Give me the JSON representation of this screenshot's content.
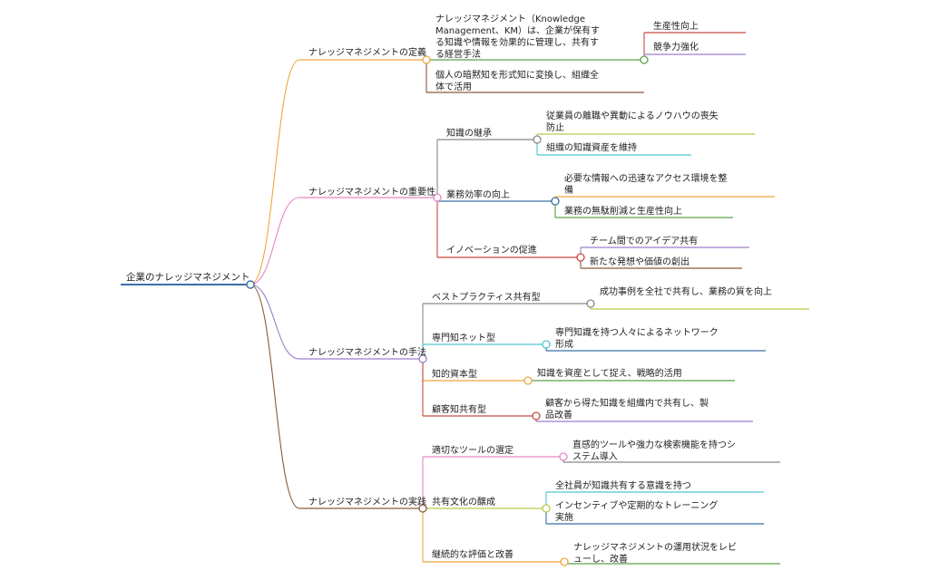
{
  "root": {
    "label": "企業のナレッジマネジメント",
    "color": "#3b6fa6"
  },
  "branches": [
    {
      "label": "ナレッジマネジメントの定義",
      "color": "#f0a53d",
      "children": [
        {
          "label": "ナレッジマネジメント（Knowledge Management、KM）は、企業が保有する知識や情報を効果的に管理し、共有する経営手法",
          "color": "#5aa14a",
          "children": [
            {
              "label": "生産性向上",
              "color": "#c74a3d"
            },
            {
              "label": "競争力強化",
              "color": "#9b7fc9"
            }
          ]
        },
        {
          "label": "個人の暗黙知を形式知に変換し、組織全体で活用",
          "color": "#8b5a3c",
          "children": []
        }
      ]
    },
    {
      "label": "ナレッジマネジメントの重要性",
      "color": "#e685c3",
      "children": [
        {
          "label": "知識の継承",
          "color": "#888888",
          "children": [
            {
              "label": "従業員の離職や異動によるノウハウの喪失防止",
              "color": "#b7c94a"
            },
            {
              "label": "組織の知識資産を維持",
              "color": "#4fc3d1"
            }
          ]
        },
        {
          "label": "業務効率の向上",
          "color": "#3b6fa6",
          "children": [
            {
              "label": "必要な情報への迅速なアクセス環境を整備",
              "color": "#f0a53d"
            },
            {
              "label": "業務の無駄削減と生産性向上",
              "color": "#5aa14a"
            }
          ]
        },
        {
          "label": "イノベーションの促進",
          "color": "#c74a3d",
          "children": [
            {
              "label": "チーム間でのアイデア共有",
              "color": "#9b7fc9"
            },
            {
              "label": "新たな発想や価値の創出",
              "color": "#8b5a3c"
            }
          ]
        }
      ]
    },
    {
      "label": "ナレッジマネジメントの手法",
      "color": "#9b7fc9",
      "children": [
        {
          "label": "ベストプラクティス共有型",
          "color": "#888888",
          "children": [
            {
              "label": "成功事例を全社で共有し、業務の質を向上",
              "color": "#b7c94a"
            }
          ]
        },
        {
          "label": "専門知ネット型",
          "color": "#4fc3d1",
          "children": [
            {
              "label": "専門知識を持つ人々によるネットワーク形成",
              "color": "#3b6fa6"
            }
          ]
        },
        {
          "label": "知的資本型",
          "color": "#f0a53d",
          "children": [
            {
              "label": "知識を資産として捉え、戦略的活用",
              "color": "#5aa14a"
            }
          ]
        },
        {
          "label": "顧客知共有型",
          "color": "#c74a3d",
          "children": [
            {
              "label": "顧客から得た知識を組織内で共有し、製品改善",
              "color": "#9b7fc9"
            }
          ]
        }
      ]
    },
    {
      "label": "ナレッジマネジメントの実践",
      "color": "#8b5a3c",
      "children": [
        {
          "label": "適切なツールの選定",
          "color": "#e685c3",
          "children": [
            {
              "label": "直感的ツールや強力な検索機能を持つシステム導入",
              "color": "#888888"
            }
          ]
        },
        {
          "label": "共有文化の醸成",
          "color": "#b7c94a",
          "children": [
            {
              "label": "全社員が知識共有する意識を持つ",
              "color": "#4fc3d1"
            },
            {
              "label": "インセンティブや定期的なトレーニング実施",
              "color": "#3b6fa6"
            }
          ]
        },
        {
          "label": "継続的な評価と改善",
          "color": "#f0a53d",
          "children": [
            {
              "label": "ナレッジマネジメントの運用状況をレビューし、改善",
              "color": "#5aa14a"
            }
          ]
        }
      ]
    }
  ]
}
